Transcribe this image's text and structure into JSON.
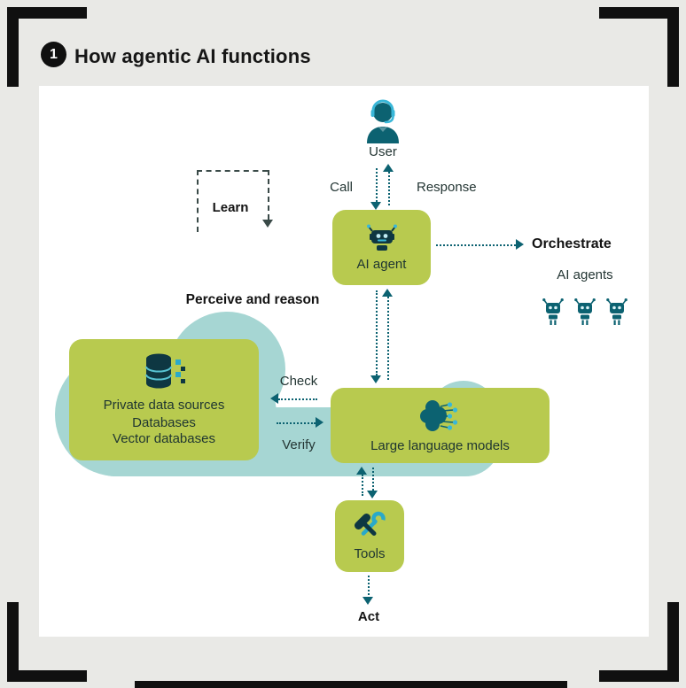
{
  "header": {
    "badge": "1",
    "title": "How agentic AI functions"
  },
  "colors": {
    "background": "#e9e9e6",
    "panel": "#ffffff",
    "green_box": "#b8ca4f",
    "cloud": "#a6d6d3",
    "teal_dark": "#0c6271",
    "icon_dark": "#0e3742",
    "accent_light": "#39b7d8",
    "frame_black": "#101010"
  },
  "icons": {
    "user": "user-headset-icon",
    "ai_agent": "robot-icon",
    "ai_agents": "three-robots-icon",
    "private_data": "database-icon",
    "llm": "brain-circuit-icon",
    "tools": "hammer-wrench-icon"
  },
  "diagram": {
    "user_label": "User",
    "call_label": "Call",
    "response_label": "Response",
    "learn_label": "Learn",
    "ai_agent_label": "AI agent",
    "orchestrate_label": "Orchestrate",
    "ai_agents_label": "AI agents",
    "perceive_label": "Perceive and reason",
    "private_box_lines": [
      "Private data sources",
      "Databases",
      "Vector databases"
    ],
    "check_label": "Check",
    "verify_label": "Verify",
    "llm_label": "Large language models",
    "tools_label": "Tools",
    "act_label": "Act"
  }
}
